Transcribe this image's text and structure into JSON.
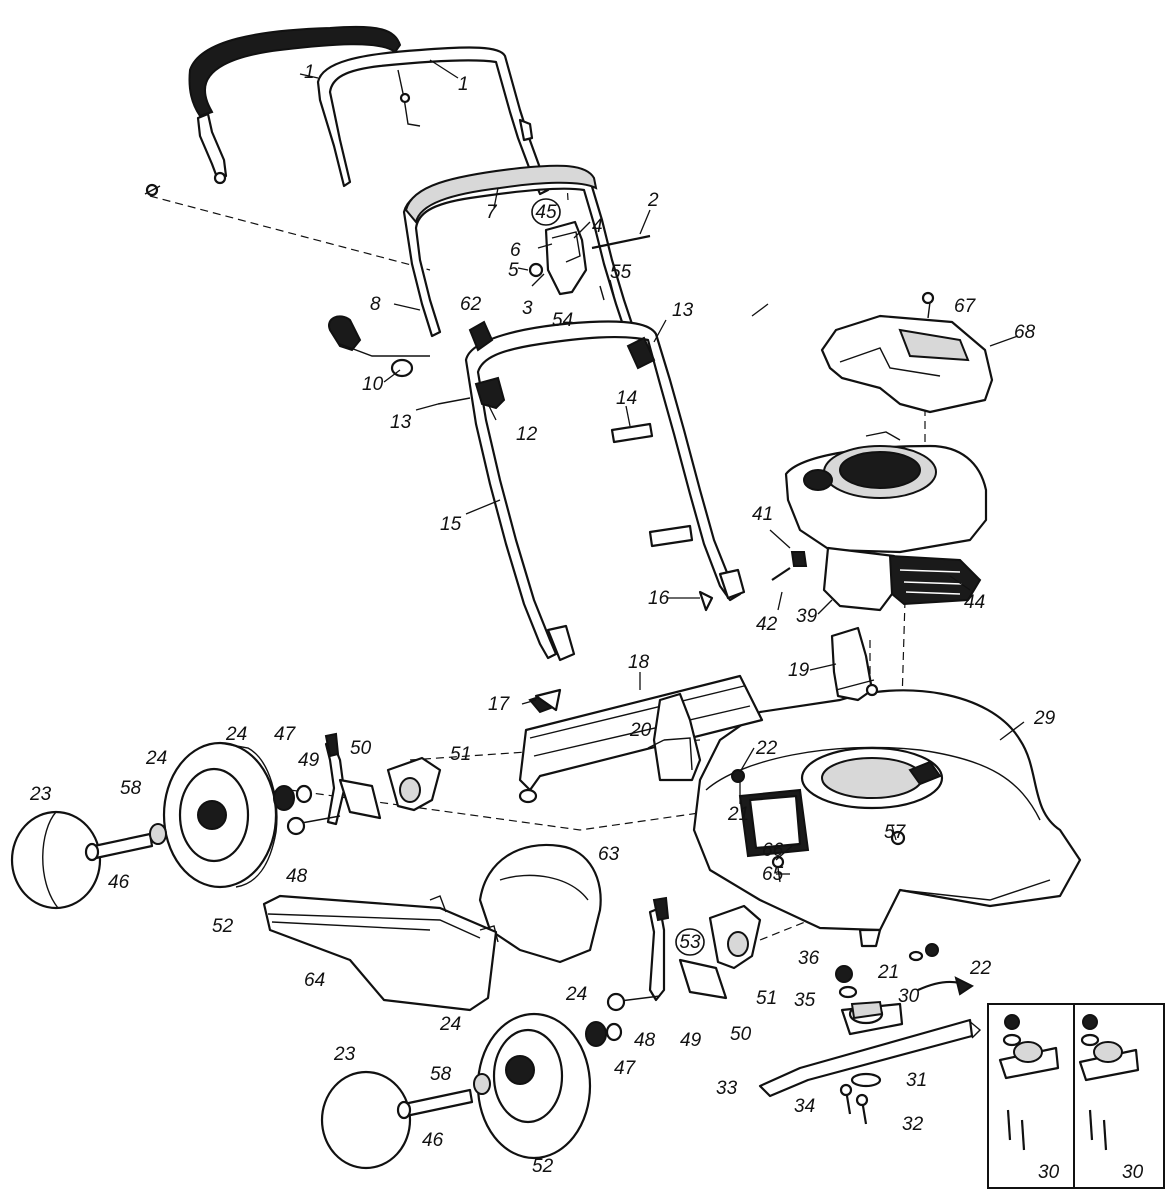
{
  "labels": {
    "p1a": "1",
    "p1b": "1",
    "p2": "2",
    "p3": "3",
    "p4": "4",
    "p5": "5",
    "p6": "6",
    "p7": "7",
    "p8": "8",
    "p10": "10",
    "p12": "12",
    "p13a": "13",
    "p13b": "13",
    "p14": "14",
    "p15": "15",
    "p16": "16",
    "p17": "17",
    "p18": "18",
    "p19": "19",
    "p20": "20",
    "p21a": "21",
    "p21b": "21",
    "p22a": "22",
    "p22b": "22",
    "p23a": "23",
    "p23b": "23",
    "p24a": "24",
    "p24b": "24",
    "p24c": "24",
    "p24d": "24",
    "p29": "29",
    "p30a": "30",
    "p30b": "30",
    "p30c": "30",
    "p31": "31",
    "p32": "32",
    "p33": "33",
    "p34": "34",
    "p35": "35",
    "p36": "36",
    "p39": "39",
    "p41": "41",
    "p42": "42",
    "p44": "44",
    "p45": "45",
    "p46a": "46",
    "p46b": "46",
    "p47a": "47",
    "p47b": "47",
    "p48a": "48",
    "p48b": "48",
    "p49a": "49",
    "p49b": "49",
    "p50a": "50",
    "p50b": "50",
    "p51a": "51",
    "p51b": "51",
    "p52a": "52",
    "p52b": "52",
    "p53": "53",
    "p54": "54",
    "p55": "55",
    "p57": "57",
    "p58a": "58",
    "p58b": "58",
    "p62": "62",
    "p63": "63",
    "p64": "64",
    "p65": "65",
    "p66": "66",
    "p67": "67",
    "p68": "68"
  }
}
